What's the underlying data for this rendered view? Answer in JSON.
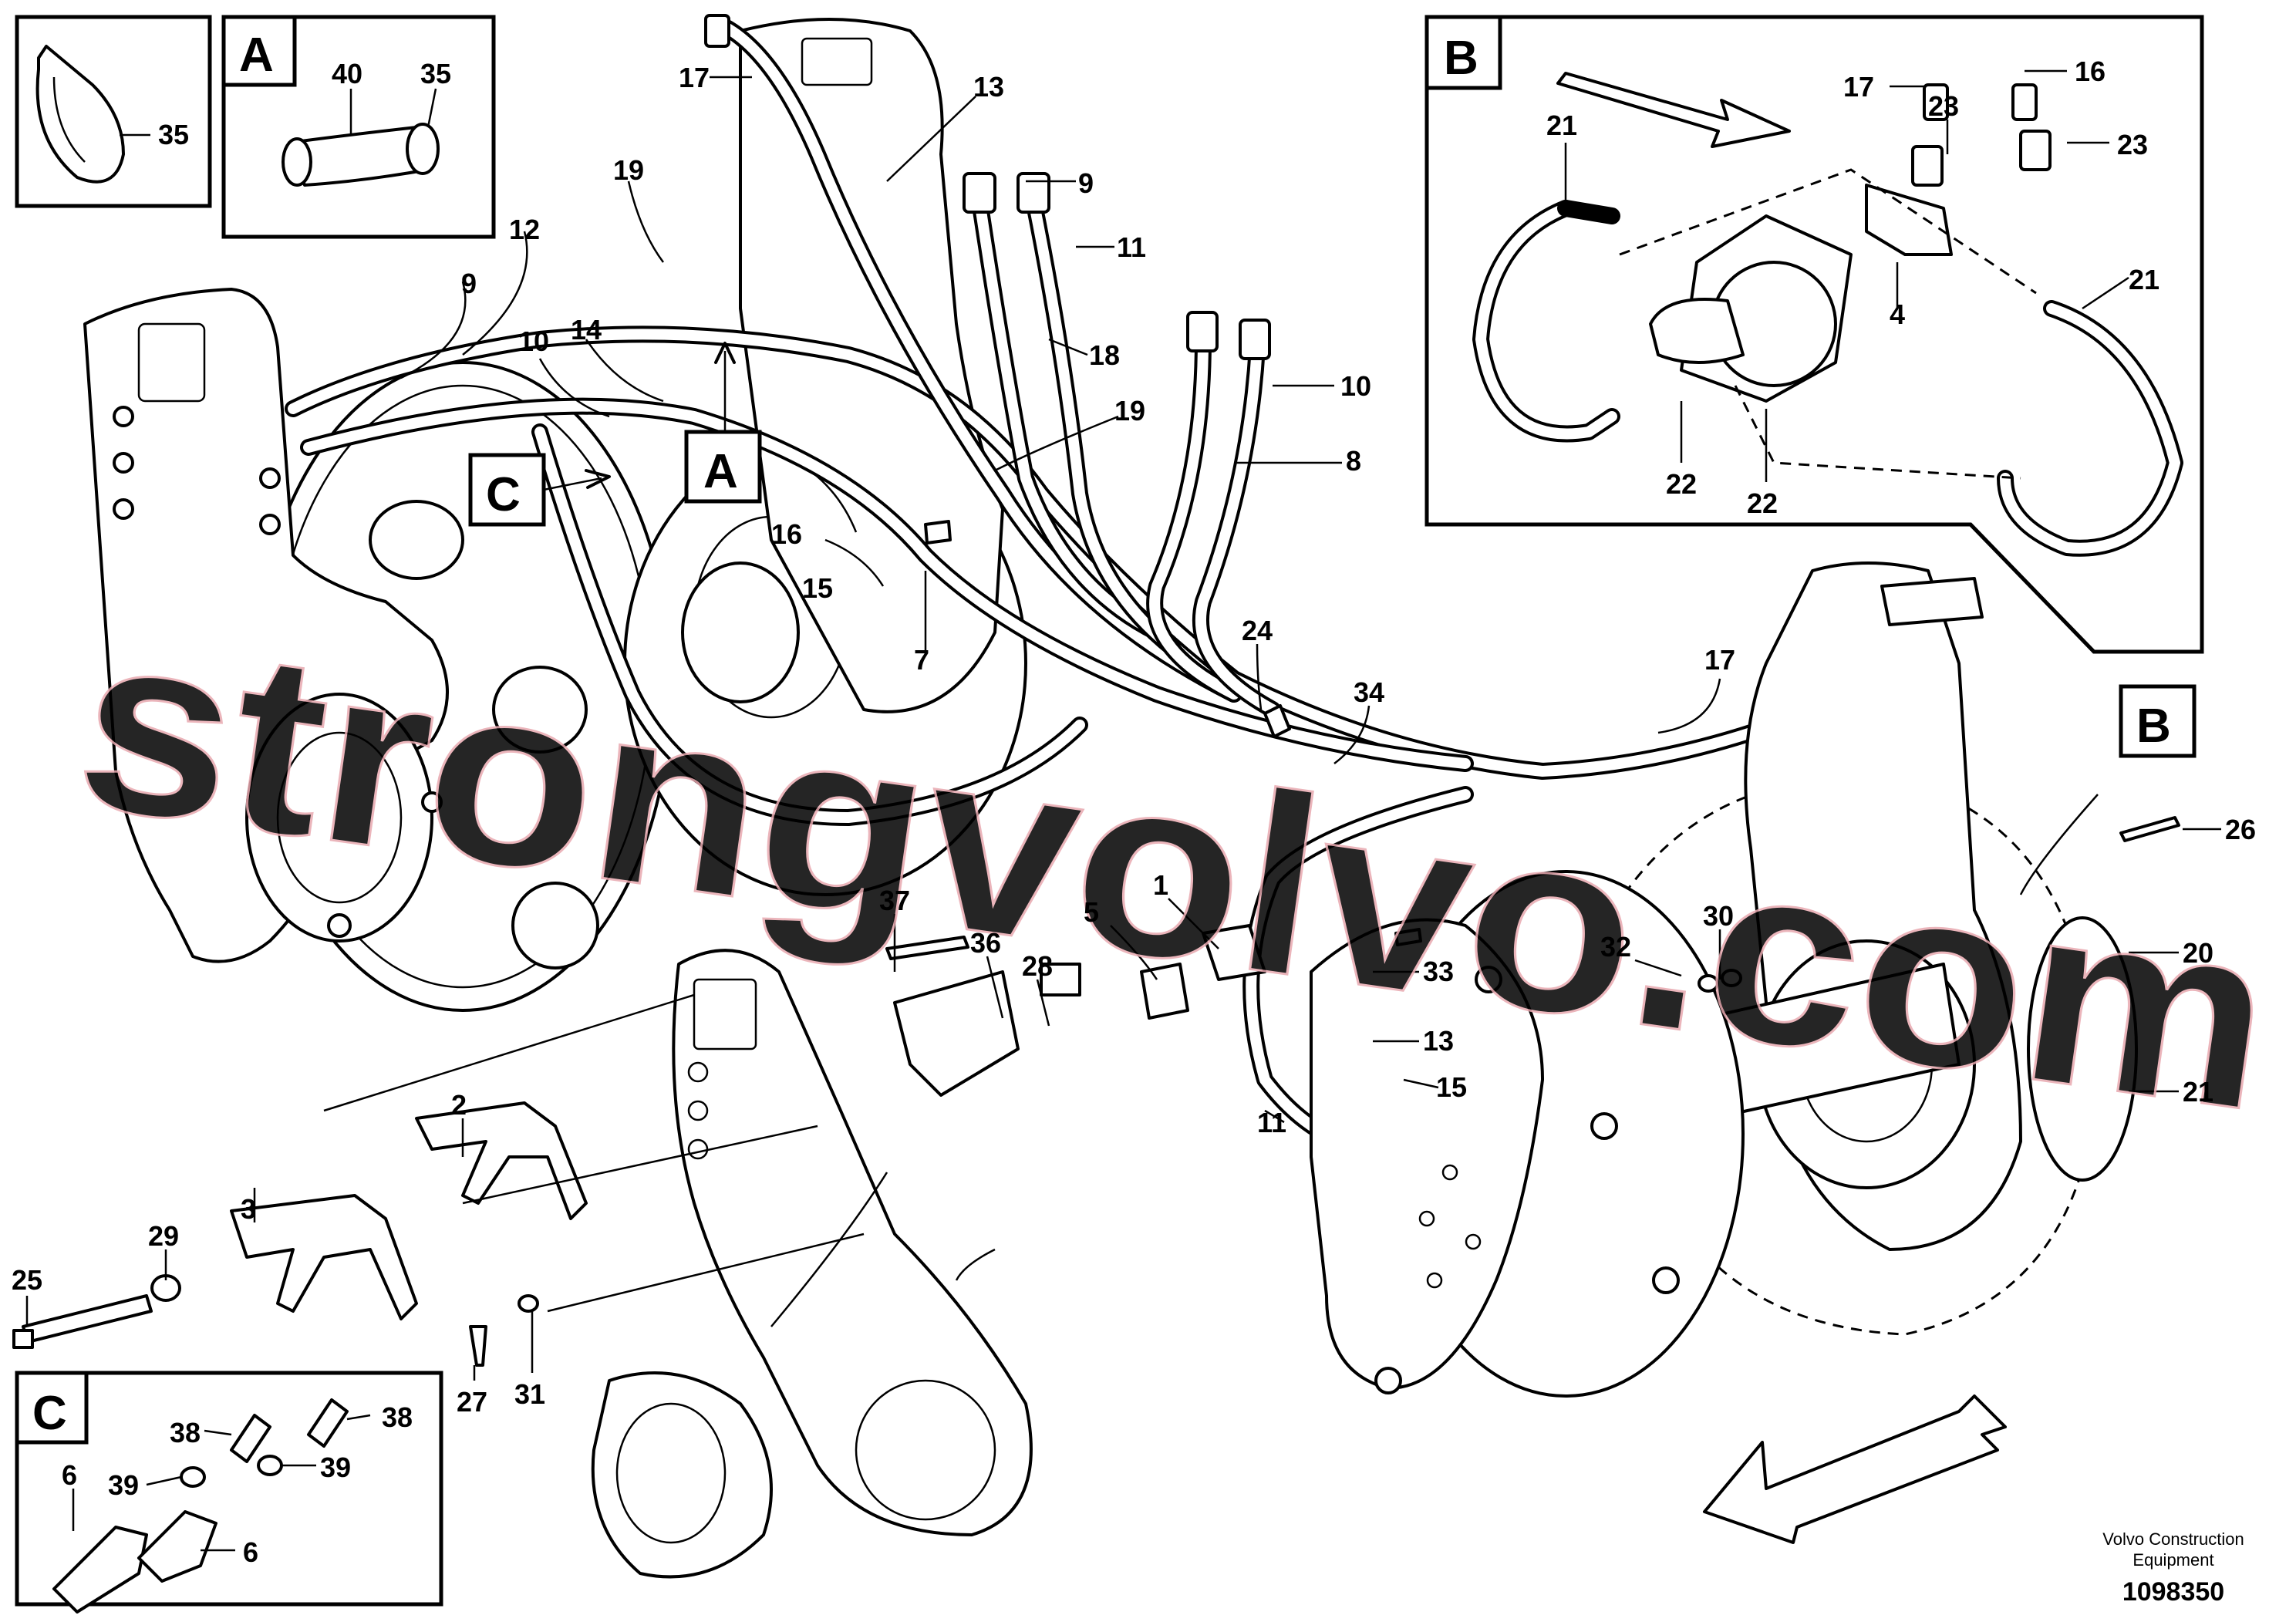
{
  "watermark": "strongvolvo.com",
  "footer": {
    "brand_line1": "Volvo Construction",
    "brand_line2": "Equipment",
    "doc_number": "1098350"
  },
  "detail_boxes": {
    "a": "A",
    "b": "B",
    "c": "C"
  },
  "reference_markers": {
    "a": "A",
    "b": "B",
    "c": "C"
  },
  "callouts": {
    "n35": "35",
    "n40": "40",
    "n35b": "35",
    "n17": "17",
    "n13": "13",
    "n9": "9",
    "n11": "11",
    "n12": "12",
    "n19": "19",
    "n9b": "9",
    "n10": "10",
    "n14": "14",
    "n18": "18",
    "n19b": "19",
    "n10b": "10",
    "n8": "8",
    "n16": "16",
    "n15": "15",
    "n7": "7",
    "n21": "21",
    "n17b": "17",
    "n16b": "16",
    "n23": "23",
    "n23b": "23",
    "n4": "4",
    "n21b": "21",
    "n22": "22",
    "n22b": "22",
    "n24": "24",
    "n34": "34",
    "n17c": "17",
    "n26": "26",
    "n20": "20",
    "n21c": "21",
    "n37": "37",
    "n36": "36",
    "n28": "28",
    "n5": "5",
    "n1": "1",
    "n33": "33",
    "n13b": "13",
    "n11b": "11",
    "n15b": "15",
    "n32": "32",
    "n30": "30",
    "n2": "2",
    "n3": "3",
    "n29": "29",
    "n25": "25",
    "n27": "27",
    "n31": "31",
    "n38": "38",
    "n38b": "38",
    "n39": "39",
    "n39b": "39",
    "n6": "6",
    "n6b": "6"
  },
  "icons": {
    "flow_arrows": "arrow-icon",
    "cable_tie": "cable-tie-icon"
  }
}
